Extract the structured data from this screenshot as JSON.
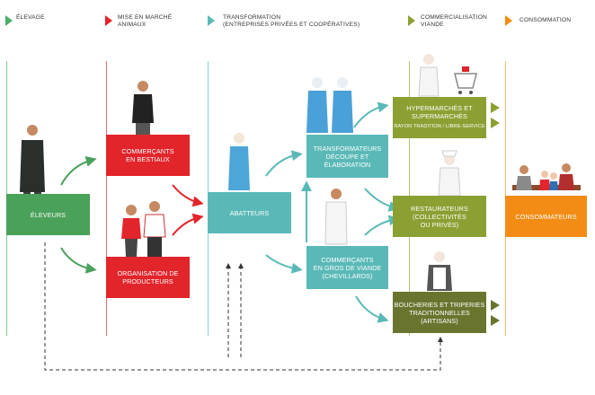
{
  "headers": [
    {
      "label": "Élevage",
      "color": "#4cae69"
    },
    {
      "label": "Mise en marché\nanimaux",
      "color": "#e2252b"
    },
    {
      "label": "Transformation\n(entreprises privées et coopératives)",
      "color": "#5ab9b7"
    },
    {
      "label": "Commercialisation\nviande",
      "color": "#8aa032"
    },
    {
      "label": "Consommation",
      "color": "#f28c14"
    }
  ],
  "boxes": {
    "eleveurs": "Éleveurs",
    "commercants_bestiaux": "Commerçants\nen bestiaux",
    "organisation_producteurs": "Organisation de\nproducteurs",
    "abatteurs": "Abatteurs",
    "transformateurs": "Transformateurs\ndécoupe  et\nélaboration",
    "commercants_gros": "Commerçants\nen gros de viande\n(chevillards)",
    "hypermarches": "Hypermarchés et\nsupermarchés",
    "hypermarches_sub": "Rayon tradition / libre-service",
    "restaurateurs": "Restaurateurs\n(collectivités\nou privés)",
    "boucheries": "Boucheries et triperies\ntraditionnelles\n(artisans)",
    "consommateurs": "Consommateurs"
  },
  "colors": {
    "green": "#4aa15a",
    "red": "#e2252b",
    "teal": "#5ab9b7",
    "olive": "#8aa032",
    "dark_olive": "#69752f",
    "orange": "#f28c14"
  }
}
